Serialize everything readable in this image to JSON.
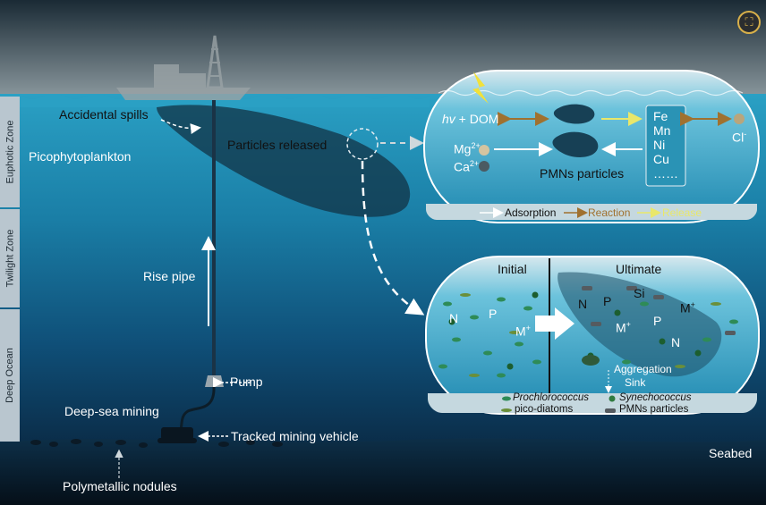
{
  "zones": {
    "euphotic": "Euphotic Zone",
    "twilight": "Twilight Zone",
    "deep": "Deep Ocean"
  },
  "labels": {
    "accidental_spills": "Accidental spills",
    "particles_released": "Particles released",
    "picophytoplankton": "Picophytoplankton",
    "rise_pipe": "Rise pipe",
    "pump": "Pump",
    "deep_sea_mining": "Deep-sea mining",
    "tracked_vehicle": "Tracked mining vehicle",
    "seabed": "Seabed",
    "nodules": "Polymetallic nodules"
  },
  "top_panel": {
    "hv_italic": "hv",
    "dom": " + DOM",
    "mg": "Mg",
    "mg_sup": "2+",
    "ca": "Ca",
    "ca_sup": "2+",
    "pmns": "PMNs particles",
    "metals": [
      "Fe",
      "Mn",
      "Ni",
      "Cu",
      "……"
    ],
    "cl": "Cl",
    "cl_sup": "-",
    "legend": [
      {
        "label": "Adsorption",
        "color": "#ffffff"
      },
      {
        "label": "Reaction",
        "color": "#a0712f"
      },
      {
        "label": "Release",
        "color": "#e9e76a"
      }
    ]
  },
  "bottom_panel": {
    "initial": "Initial",
    "ultimate": "Ultimate",
    "n": "N",
    "p": "P",
    "si": "Si",
    "m": "M",
    "m_sup": "+",
    "aggregation": "Aggregation",
    "sink": "Sink",
    "legend": [
      {
        "label": "Prochlorococcus",
        "italic": true,
        "color": "#2e8b57"
      },
      {
        "label": "Synechococcus",
        "italic": true,
        "color": "#2f7a3f"
      },
      {
        "label": "pico-diatoms",
        "italic": false,
        "color": "#6a8f3a"
      },
      {
        "label": "PMNs particles",
        "italic": false,
        "color": "#555b60"
      }
    ]
  },
  "colors": {
    "accent_brown": "#a0712f",
    "accent_yellow": "#e9e76a",
    "ocean_top": "#57b5d0",
    "ocean_deep": "#0a2a45"
  }
}
